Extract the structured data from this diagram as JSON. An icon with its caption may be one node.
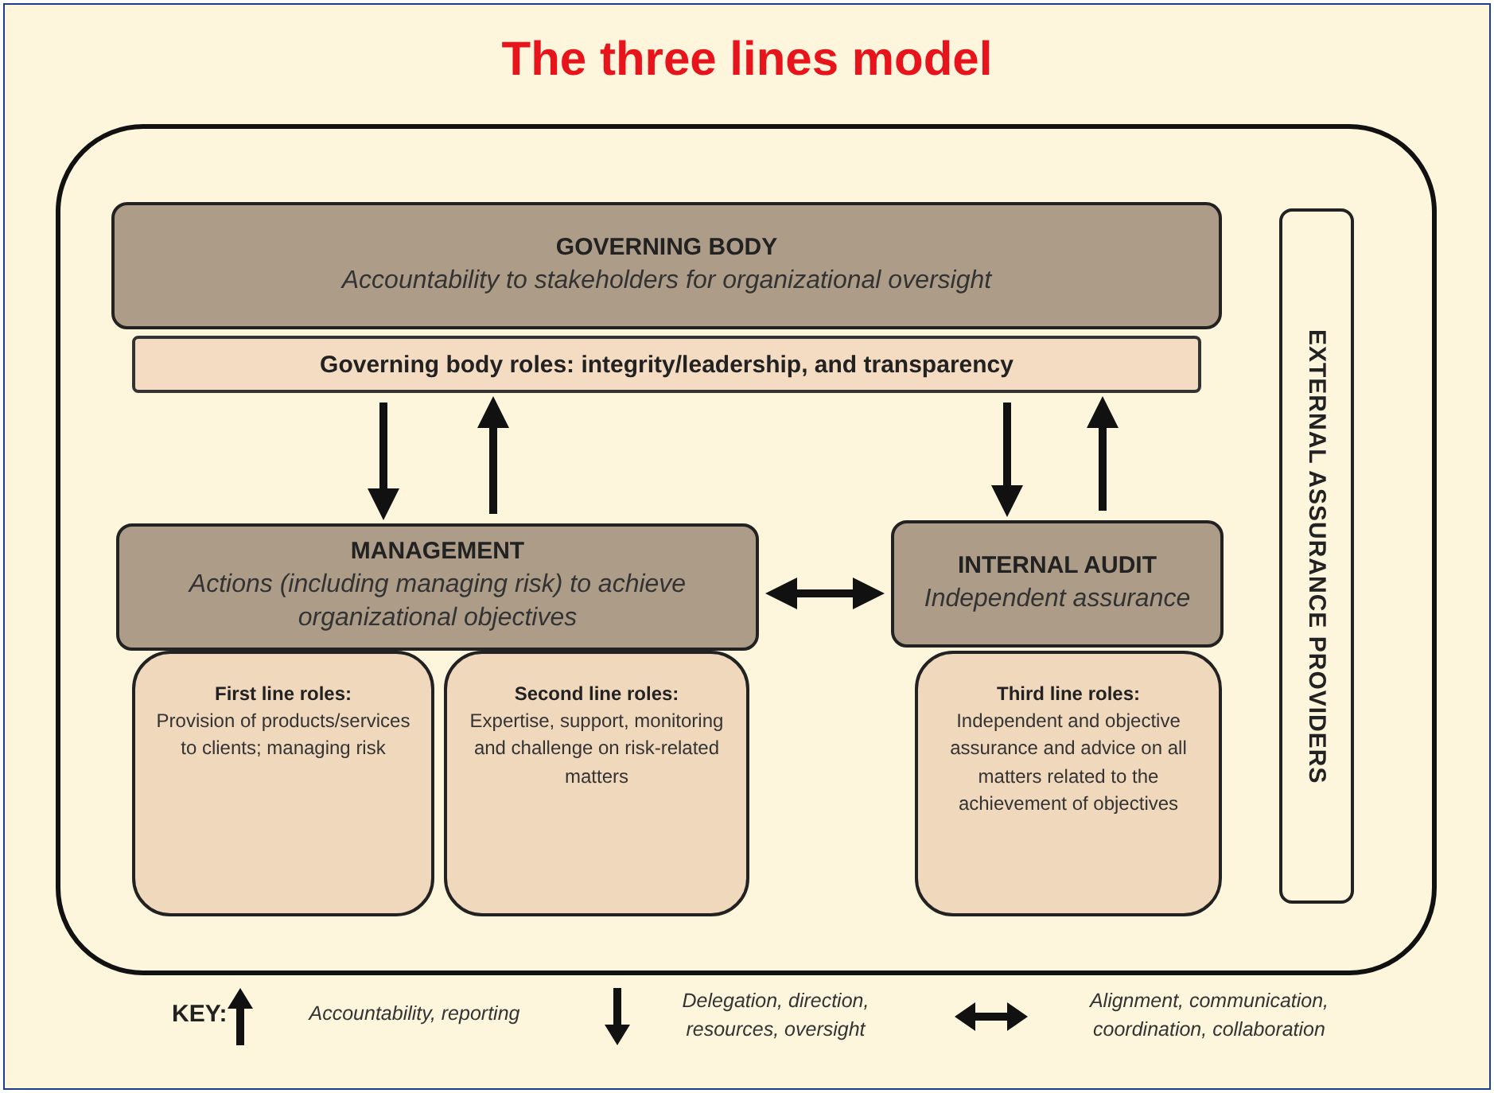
{
  "diagram": {
    "title": "The three lines model",
    "nodes": [
      {
        "text": [],
        "shape": "box"
      },
      {
        "text": [
          "GOVERNING BODY",
          "Accountability to stakeholders for organizational oversight"
        ],
        "in": 0
      },
      {
        "text": [
          "Governing body roles: integrity/leadership, and transparency"
        ],
        "in": 0
      },
      {
        "text": [
          "MANAGEMENT",
          "Actions (including managing risk) to achieve organizational objectives"
        ],
        "in": 0
      },
      {
        "text": [
          "INTERNAL AUDIT",
          "Independent assurance"
        ],
        "in": 0
      },
      {
        "text": [
          "First line roles:",
          "Provision of products/services to clients; managing risk"
        ],
        "in": 0
      },
      {
        "text": [
          "Second line roles:",
          "Expertise, support, monitoring and challenge on risk-related matters"
        ],
        "in": 0
      },
      {
        "text": [
          "Third line roles:",
          "Independent and objective assurance and advice on all matters related to the achievement of objectives"
        ],
        "in": 0
      },
      {
        "text": [
          "EXTERNAL ASSURANCE PROVIDERS"
        ],
        "in": 0
      }
    ],
    "edges": [
      {
        "from": 2,
        "to": 3,
        "arrow": "to"
      },
      {
        "from": 3,
        "to": 2,
        "arrow": "to"
      },
      {
        "from": 2,
        "to": 4,
        "arrow": "to"
      },
      {
        "from": 4,
        "to": 2,
        "arrow": "to"
      },
      {
        "from": 3,
        "to": 4,
        "arrow": "both"
      }
    ],
    "labels": [
      "KEY:"
    ],
    "legend": [
      {
        "text": "Accountability, reporting"
      },
      {
        "text": "Delegation, direction, resources, oversight"
      },
      {
        "text": "Alignment, communication, coordination, collaboration"
      }
    ]
  }
}
